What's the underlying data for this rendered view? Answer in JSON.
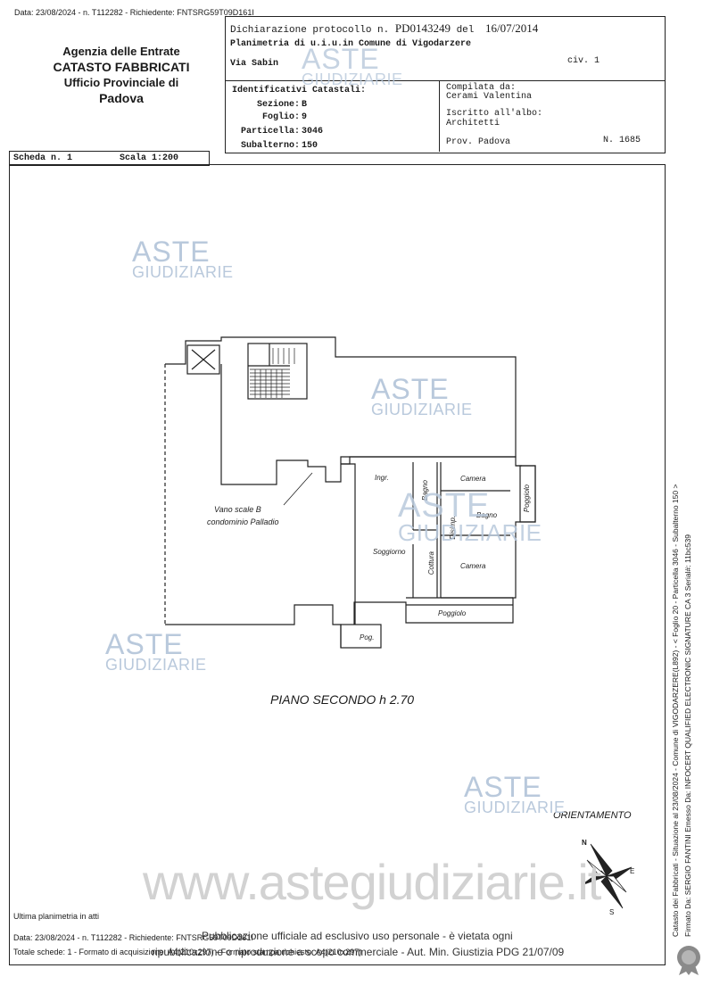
{
  "top_line": "Data: 23/08/2024 - n. T112282 - Richiedente: FNTSRG59T09D161I",
  "agency": {
    "line1": "Agenzia delle Entrate",
    "line2": "CATASTO FABBRICATI",
    "line3": "Ufficio Provinciale di",
    "line4": "Padova"
  },
  "header": {
    "dichiarazione": "Dichiarazione protocollo n.",
    "protocol_no": "PD0143249",
    "del_label": "del",
    "date": "16/07/2014",
    "planimetria": "Planimetria di u.i.u.in Comune di Vigodarzere",
    "address": "Via Sabin",
    "civ": "civ. 1"
  },
  "identifiers": {
    "title": "Identificativi Catastali:",
    "sezione_label": "Sezione:",
    "sezione": "B",
    "foglio_label": "Foglio:",
    "foglio": "9",
    "particella_label": "Particella:",
    "particella": "3046",
    "subalterno_label": "Subalterno:",
    "subalterno": "150"
  },
  "compiler": {
    "compilata_label": "Compilata da:",
    "name": "Cerami Valentina",
    "iscritto_label": "Iscritto all'albo:",
    "albo": "Architetti",
    "prov_label": "Prov. Padova",
    "number": "N. 1685"
  },
  "scheda": {
    "label": "Scheda n. 1",
    "scala": "Scala 1:200"
  },
  "plan": {
    "stair_label_1": "Vano scale B",
    "stair_label_2": "condominio Palladio",
    "rooms": {
      "ingr": "Ingr.",
      "bagno1": "Bagno",
      "camera1": "Camera",
      "disimp": "Disimp.",
      "bagno2": "Bagno",
      "poggiolo_right": "Poggiolo",
      "soggiorno": "Soggiorno",
      "cottura": "Cottura",
      "camera2": "Camera",
      "poggiolo_bottom": "Poggiolo",
      "pog": "Pog."
    },
    "floor_label": "PIANO SECONDO h 2.70",
    "orientation_label": "ORIENTAMENTO",
    "compass": {
      "n": "N",
      "e": "E",
      "s": "S"
    }
  },
  "watermarks": {
    "aste": "ASTE",
    "giudiziarie": "GIUDIZIARIE",
    "site": "www.astegiudiziarie.it"
  },
  "side_text": {
    "line1": "Catasto dei Fabbricati - Situazione al 23/08/2024 - Comune di VIGODARZERE(L892) - < Foglio 20 - Particella 3046 - Subalterno 150 >",
    "line2": "Firmato Da: SERGIO FANTINI Emesso Da: INFOCERT QUALIFIED ELECTRONIC SIGNATURE CA 3 Serial#: 11bc539"
  },
  "footer": {
    "ultima": "Ultima planimetria in atti",
    "data_line": "Data: 23/08/2024 - n. T112282 - Richiedente: FNTSRG59T09D161I",
    "totale_line": "Totale schede: 1 - Formato di acquisizione: A4(210x297) - Formato stampa richiesto: A4(210x297)",
    "notice1": "Pubblicazione ufficiale ad esclusivo uso personale - è vietata ogni",
    "notice2": "ripubblicazione o riproduzione a scopo commerciale - Aut. Min. Giustizia PDG 21/07/09"
  }
}
